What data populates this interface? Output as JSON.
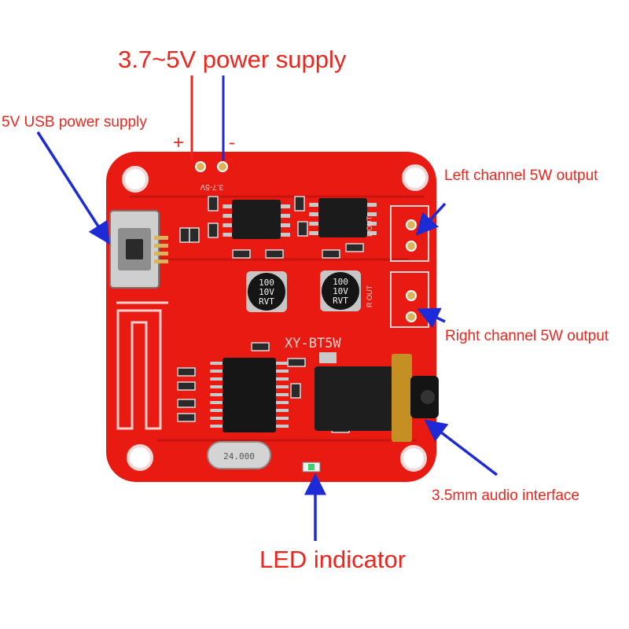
{
  "labels": {
    "power_supply": "3.7~5V power supply",
    "usb_power": "5V USB power supply",
    "left_output": "Left channel 5W output",
    "right_output": "Right channel 5W output",
    "audio_interface": "3.5mm audio interface",
    "led_indicator": "LED indicator",
    "plus": "+",
    "minus": "-"
  },
  "board": {
    "model": "XY-BT5W",
    "silk_voltage": "3.7-5V",
    "crystal": "24.000",
    "cap_1": [
      "100",
      "10V",
      "RVT"
    ],
    "cap_2": [
      "100",
      "10V",
      "RVT"
    ],
    "silk_l_out": "L OUT",
    "silk_r_out": "R OUT"
  },
  "colors": {
    "pcb": "#e81a12",
    "label_text": "#e8271f",
    "arrow": "#1c2bd6",
    "positive_wire": "#e8271f"
  },
  "icons": [
    "usb-port-icon",
    "bluetooth-antenna-icon",
    "led-icon"
  ]
}
